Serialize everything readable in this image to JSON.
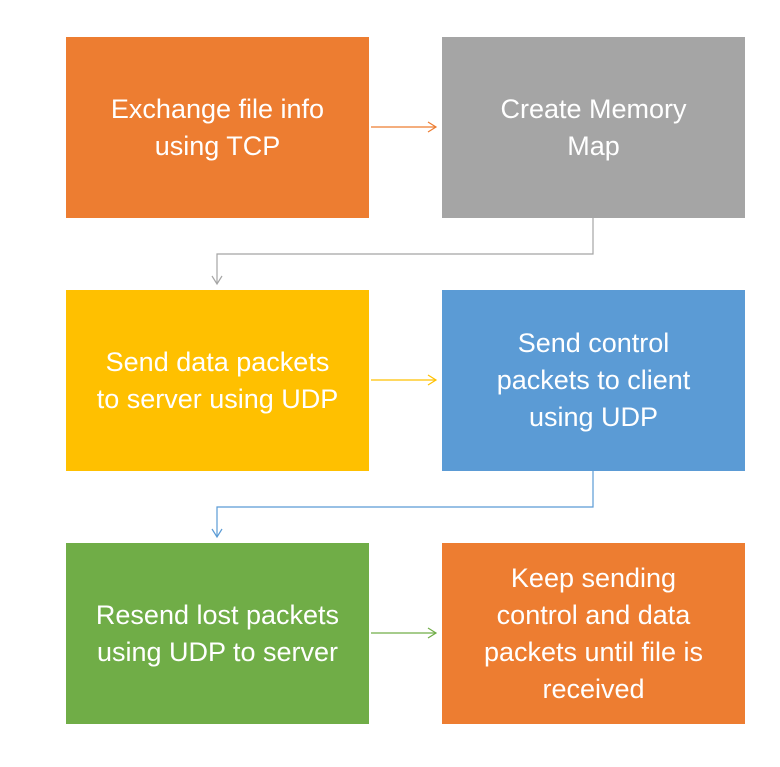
{
  "steps": [
    {
      "id": "b1",
      "label": "Exchange file info\nusing TCP",
      "color": "#ED7D31"
    },
    {
      "id": "b2",
      "label": "Create Memory\nMap",
      "color": "#A5A5A5"
    },
    {
      "id": "b3",
      "label": "Send data packets\nto server using UDP",
      "color": "#FFC000"
    },
    {
      "id": "b4",
      "label": "Send control\npackets to client\nusing UDP",
      "color": "#5B9BD5"
    },
    {
      "id": "b5",
      "label": "Resend lost packets\nusing UDP to server",
      "color": "#70AD47"
    },
    {
      "id": "b6",
      "label": "Keep sending\ncontrol and data\npackets until file is\nreceived",
      "color": "#ED7D31"
    }
  ],
  "connector_colors": {
    "b1_b2": "#ED7D31",
    "b2_b3": "#A5A5A5",
    "b3_b4": "#FFC000",
    "b4_b5": "#5B9BD5",
    "b5_b6": "#70AD47"
  }
}
